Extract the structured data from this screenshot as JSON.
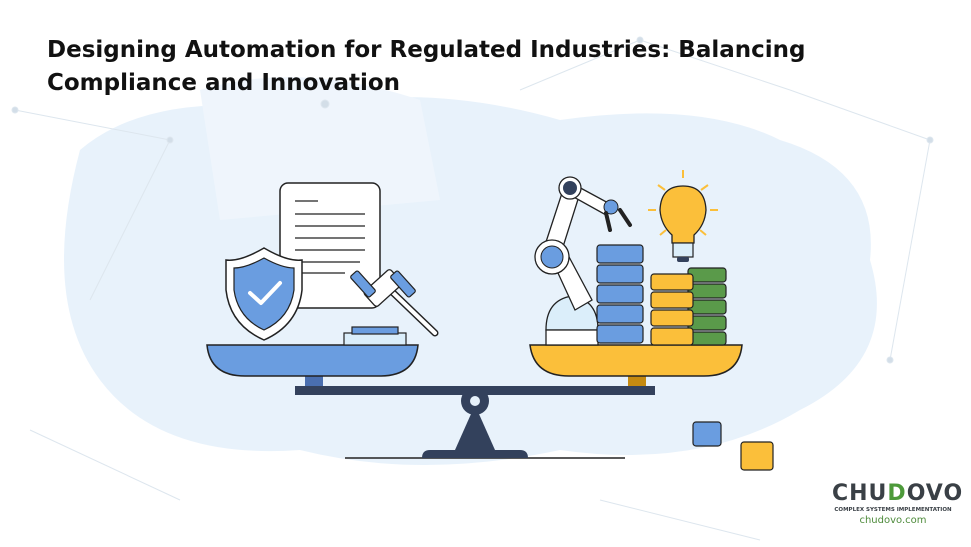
{
  "title": "Designing Automation for Regulated Industries: Balancing Compliance and Innovation",
  "logo": {
    "brand_pre": "CHU",
    "brand_d": "D",
    "brand_post": "OVO",
    "tagline": "COMPLEX SYSTEMS IMPLEMENTATION",
    "url": "chudovo.com"
  },
  "colors": {
    "blue": "#6a9de0",
    "yellow": "#fbbf3a",
    "green": "#5a9a4a",
    "navy": "#33415c",
    "bg_blob": "#e3f0fb"
  }
}
